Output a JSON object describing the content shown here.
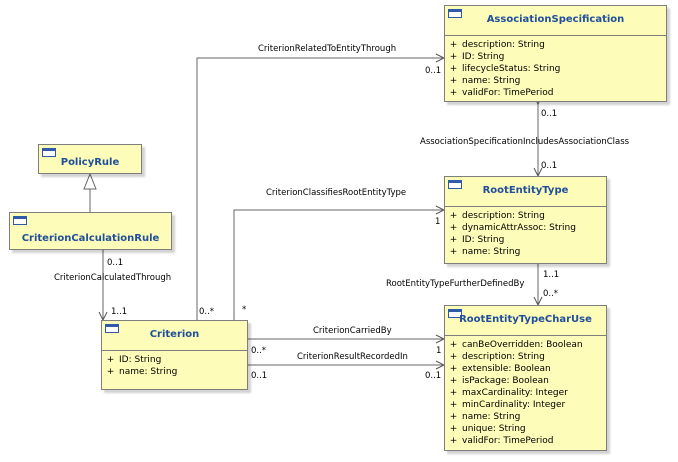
{
  "classes": {
    "association_specification": {
      "name": "AssociationSpecification",
      "attributes": [
        {
          "vis": "+",
          "text": "description: String"
        },
        {
          "vis": "+",
          "text": "ID: String"
        },
        {
          "vis": "+",
          "text": "lifecycleStatus: String"
        },
        {
          "vis": "+",
          "text": "name: String"
        },
        {
          "vis": "+",
          "text": "validFor: TimePeriod"
        }
      ]
    },
    "policy_rule": {
      "name": "PolicyRule"
    },
    "criterion_calculation_rule": {
      "name": "CriterionCalculationRule"
    },
    "root_entity_type": {
      "name": "RootEntityType",
      "attributes": [
        {
          "vis": "+",
          "text": "description: String"
        },
        {
          "vis": "+",
          "text": "dynamicAttrAssoc: String"
        },
        {
          "vis": "+",
          "text": "ID: String"
        },
        {
          "vis": "+",
          "text": "name: String"
        }
      ]
    },
    "criterion": {
      "name": "Criterion",
      "attributes": [
        {
          "vis": "+",
          "text": "ID: String"
        },
        {
          "vis": "+",
          "text": "name: String"
        }
      ]
    },
    "root_entity_type_char_use": {
      "name": "RootEntityTypeCharUse",
      "attributes": [
        {
          "vis": "+",
          "text": "canBeOverridden: Boolean"
        },
        {
          "vis": "+",
          "text": "description: String"
        },
        {
          "vis": "+",
          "text": "extensible: Boolean"
        },
        {
          "vis": "+",
          "text": "isPackage: Boolean"
        },
        {
          "vis": "+",
          "text": "maxCardinality: Integer"
        },
        {
          "vis": "+",
          "text": "minCardinality: Integer"
        },
        {
          "vis": "+",
          "text": "name: String"
        },
        {
          "vis": "+",
          "text": "unique: String"
        },
        {
          "vis": "+",
          "text": "validFor: TimePeriod"
        }
      ]
    }
  },
  "associations": {
    "related_to_entity": {
      "name": "CriterionRelatedToEntityThrough",
      "source_mult": "0..*",
      "target_mult": "0..1"
    },
    "includes_assoc_class": {
      "name": "AssociationSpecificationIncludesAssociationClass",
      "top_mult": "0..1",
      "bottom_mult": "0..1"
    },
    "classifies_root": {
      "name": "CriterionClassifiesRootEntityType",
      "source_mult": "*",
      "target_mult": "1"
    },
    "calculated_through": {
      "name": "CriterionCalculatedThrough",
      "top_mult": "0..1",
      "bottom_mult": "1..1"
    },
    "further_defined_by": {
      "name": "RootEntityTypeFurtherDefinedBy",
      "top_mult": "1..1",
      "bottom_mult": "0..*"
    },
    "carried_by": {
      "name": "CriterionCarriedBy",
      "source_mult": "0..*",
      "target_mult": "1"
    },
    "result_recorded_in": {
      "name": "CriterionResultRecordedIn",
      "source_mult": "0..1",
      "target_mult": "0..1"
    }
  }
}
